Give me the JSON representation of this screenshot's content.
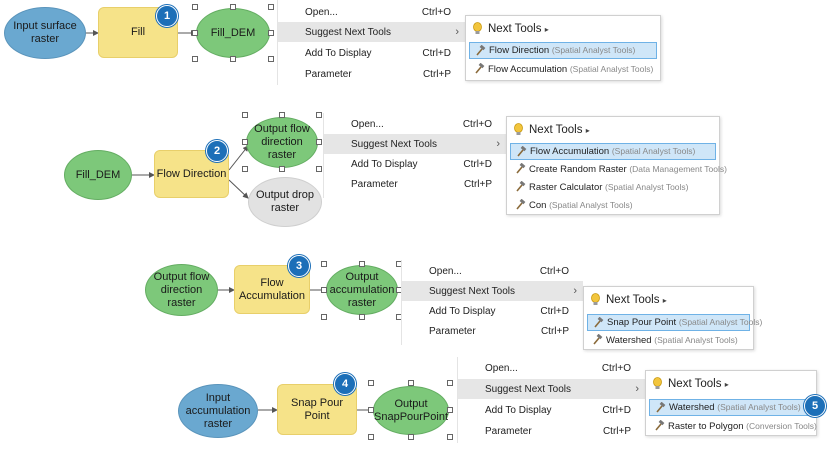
{
  "menu": {
    "open": "Open...",
    "open_sc": "Ctrl+O",
    "suggest": "Suggest Next Tools",
    "add": "Add To Display",
    "add_sc": "Ctrl+D",
    "param": "Parameter",
    "param_sc": "Ctrl+P"
  },
  "next_tools_title": "Next Tools",
  "step1": {
    "badge": "1",
    "input": "Input surface\nraster",
    "tool": "Fill",
    "output": "Fill_DEM",
    "tools": [
      {
        "name": "Flow Direction",
        "cat": "(Spatial Analyst Tools)"
      },
      {
        "name": "Flow Accumulation",
        "cat": "(Spatial Analyst Tools)"
      }
    ]
  },
  "step2": {
    "badge": "2",
    "input": "Fill_DEM",
    "tool": "Flow Direction",
    "output": "Output flow\ndirection\nraster",
    "output2": "Output drop\nraster",
    "tools": [
      {
        "name": "Flow Accumulation",
        "cat": "(Spatial Analyst Tools)"
      },
      {
        "name": "Create Random Raster",
        "cat": "(Data Management Tools)"
      },
      {
        "name": "Raster Calculator",
        "cat": "(Spatial Analyst Tools)"
      },
      {
        "name": "Con",
        "cat": "(Spatial Analyst Tools)"
      }
    ]
  },
  "step3": {
    "badge": "3",
    "input": "Output flow\ndirection\nraster",
    "tool": "Flow\nAccumulation",
    "output": "Output\naccumulation\nraster",
    "tools": [
      {
        "name": "Snap Pour Point",
        "cat": "(Spatial Analyst Tools)"
      },
      {
        "name": "Watershed",
        "cat": "(Spatial Analyst Tools)"
      }
    ]
  },
  "step4": {
    "badge": "4",
    "badge5": "5",
    "input": "Input\naccumulation\nraster",
    "tool": "Snap Pour\nPoint",
    "output": "Output\nSnapPourPoint",
    "tools": [
      {
        "name": "Watershed",
        "cat": "(Spatial Analyst Tools)"
      },
      {
        "name": "Raster to Polygon",
        "cat": "(Conversion Tools)"
      }
    ]
  },
  "colors": {
    "input_blue": "#6aa8d0",
    "output_green": "#7dc87a",
    "tool_yellow": "#f6e389",
    "derived_gray": "#e2e2e2",
    "badge_blue": "#1c6fb8",
    "selection_blue": "#cfe6f8"
  },
  "icons": {
    "tool": "hammer-icon",
    "next_tools": "lightbulb-icon",
    "submenu": "chevron-right-icon"
  }
}
